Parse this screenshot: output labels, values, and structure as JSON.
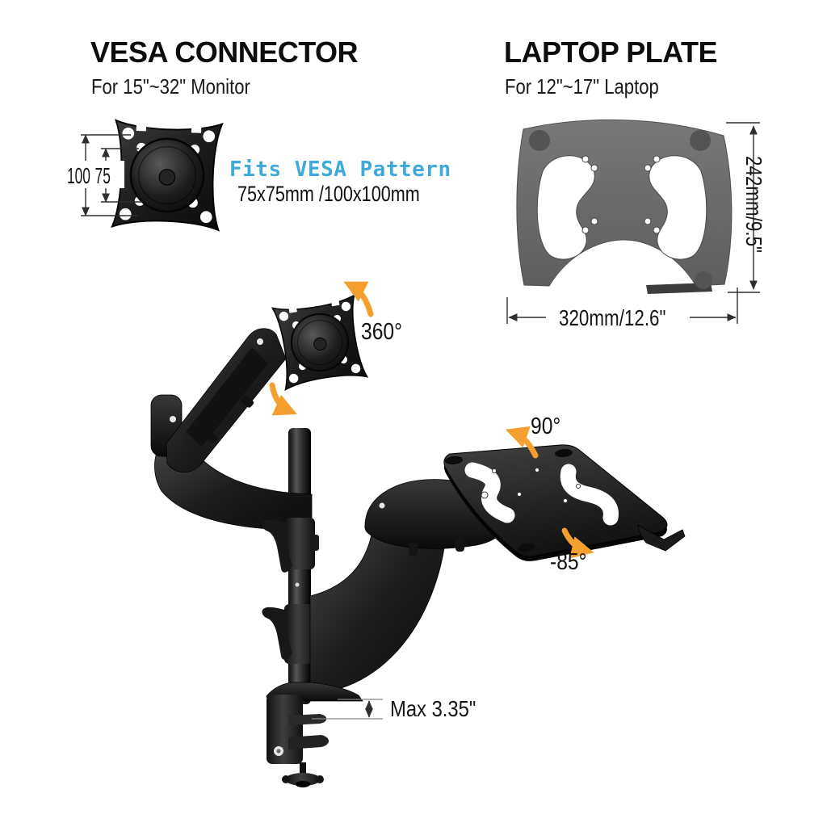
{
  "vesa_section": {
    "title": "VESA CONNECTOR",
    "subtitle": "For 15\"~32\" Monitor",
    "dim_outer": "100",
    "dim_inner": "75",
    "fits_label": "Fits VESA Pattern",
    "fits_sizes": "75x75mm /100x100mm"
  },
  "laptop_section": {
    "title": "LAPTOP PLATE",
    "subtitle": "For 12\"~17\" Laptop",
    "dim_height": "242mm/9.5\"",
    "dim_width": "320mm/12.6\""
  },
  "arm_diagram": {
    "vesa_rotation": "360°",
    "tray_tilt_up": "90°",
    "tray_tilt_down": "-85°",
    "clamp_capacity": "Max 3.35\""
  },
  "colors": {
    "accent_cyan": "#3FA9DC",
    "arrow_orange": "#F49F2E",
    "plate_gray": "#6C6C6C",
    "product_black": "#141414"
  }
}
